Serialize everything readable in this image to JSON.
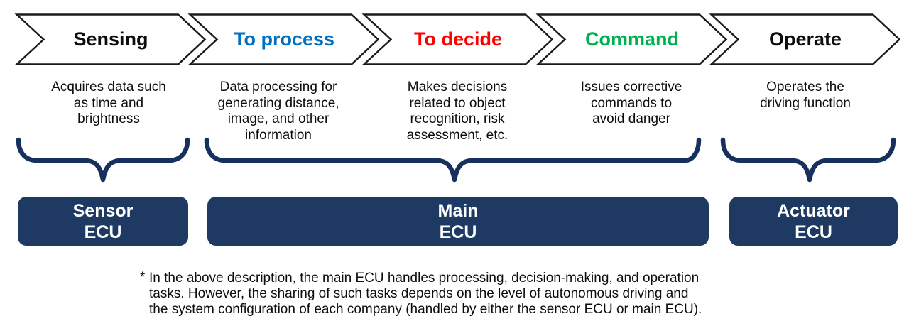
{
  "colors": {
    "navy": "#1E3A63",
    "brace": "#17315E",
    "stage_black": "#0D0D0D",
    "stage_blue": "#0070C0",
    "stage_red": "#FF0000",
    "stage_green": "#00B050",
    "chevron_fill": "#FFFFFF",
    "chevron_border": "#1A1A1A"
  },
  "stages": [
    {
      "label": "Sensing",
      "label_color": "#0D0D0D",
      "description_lines": [
        "Acquires data such",
        "as time and",
        "brightness"
      ]
    },
    {
      "label": "To process",
      "label_color": "#0070C0",
      "description_lines": [
        "Data processing for",
        "generating distance,",
        "image, and other",
        "information"
      ]
    },
    {
      "label": "To decide",
      "label_color": "#FF0000",
      "description_lines": [
        "Makes decisions",
        "related to object",
        "recognition, risk",
        "assessment, etc."
      ]
    },
    {
      "label": "Command",
      "label_color": "#00B050",
      "description_lines": [
        "Issues corrective",
        "commands to",
        "avoid danger"
      ]
    },
    {
      "label": "Operate",
      "label_color": "#0D0D0D",
      "description_lines": [
        "Operates the",
        "driving function"
      ]
    }
  ],
  "ecus": [
    {
      "line1": "Sensor",
      "line2": "ECU"
    },
    {
      "line1": "Main",
      "line2": "ECU"
    },
    {
      "line1": "Actuator",
      "line2": "ECU"
    }
  ],
  "footnote": {
    "marker": "*",
    "lines": [
      "In the above description, the main ECU handles processing, decision-making, and operation",
      "tasks. However, the sharing of such tasks depends on the level of autonomous driving and",
      "the system configuration of each company (handled by either the sensor ECU or main ECU)."
    ]
  }
}
